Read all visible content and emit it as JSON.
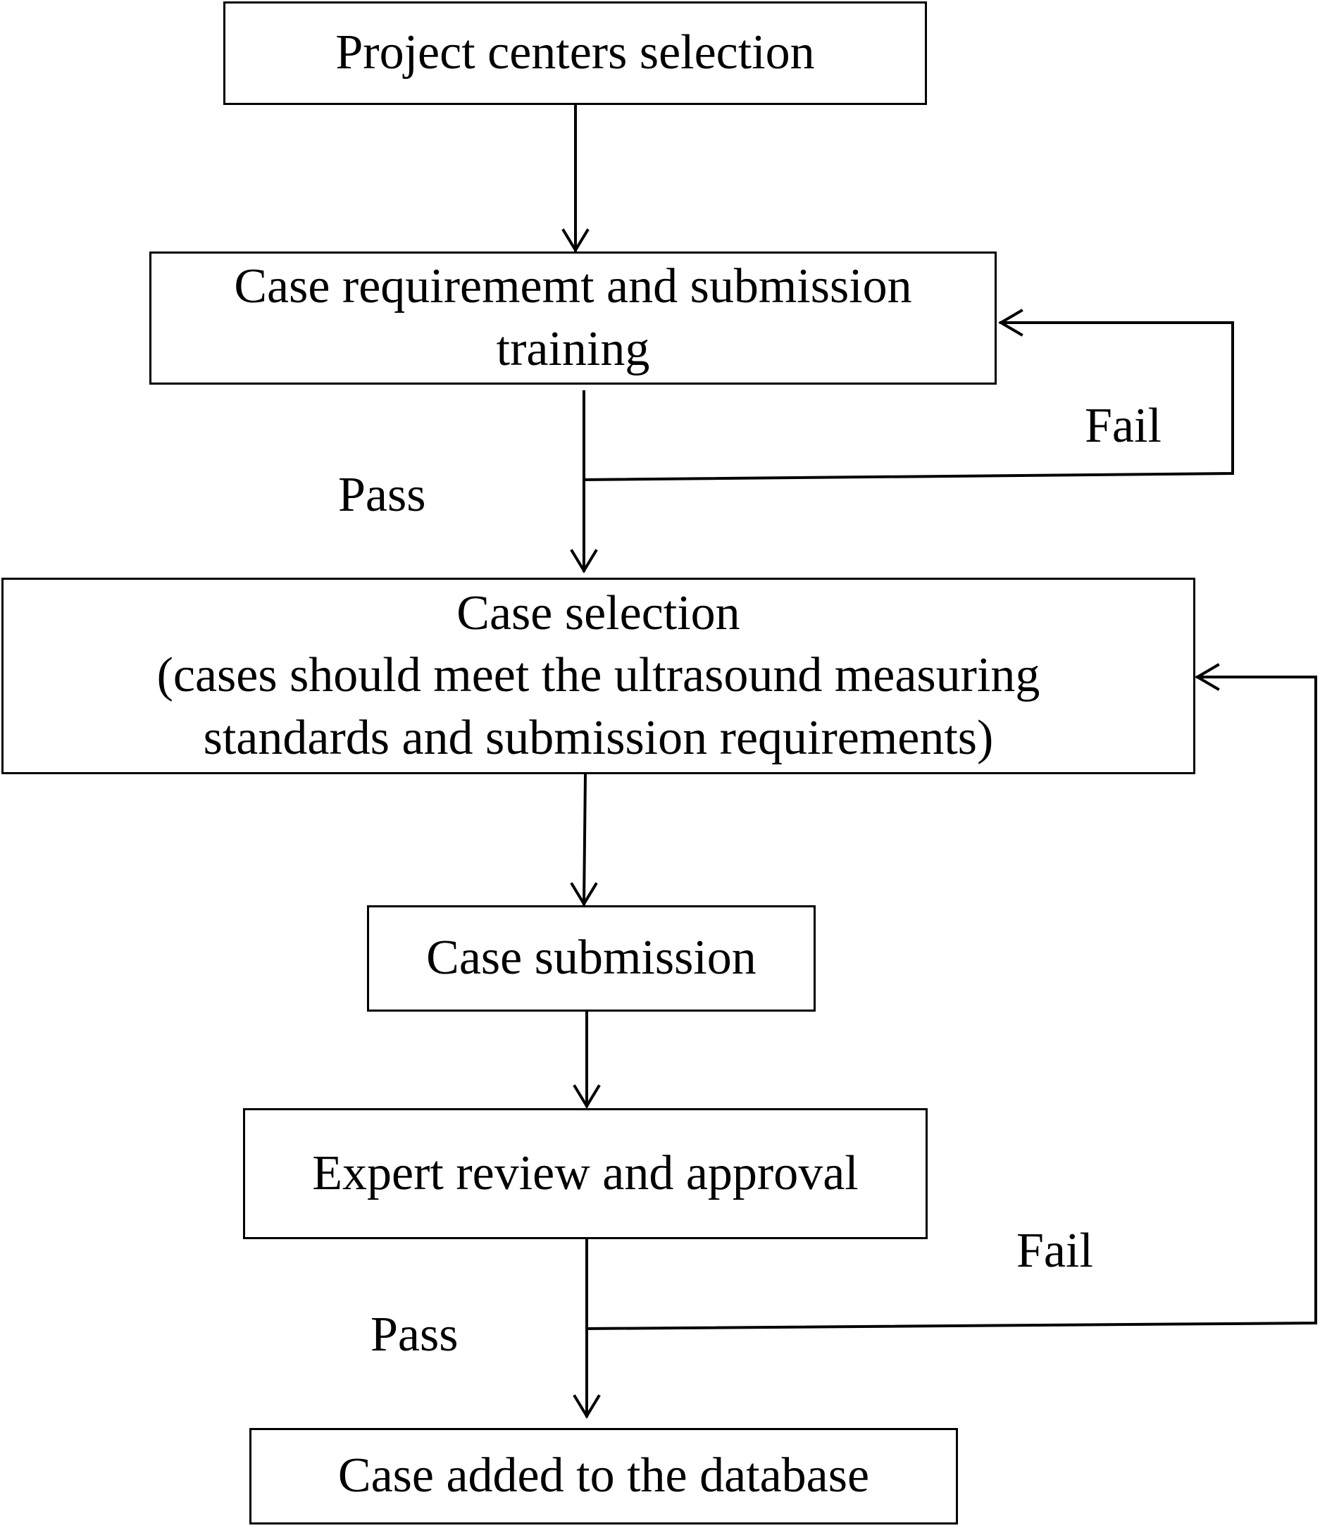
{
  "flowchart": {
    "steps": {
      "project_centers": {
        "text": "Project centers selection"
      },
      "training": {
        "line1": "Case requirememt and submission",
        "line2": "training"
      },
      "case_selection": {
        "line1": "Case selection",
        "line2": "(cases should meet the ultrasound measuring",
        "line3": "standards and submission requirements)"
      },
      "case_submission": {
        "text": "Case submission"
      },
      "expert_review": {
        "text": "Expert review and approval"
      },
      "database": {
        "text": "Case added to the database"
      }
    },
    "labels": {
      "training_pass": "Pass",
      "training_fail": "Fail",
      "review_pass": "Pass",
      "review_fail": "Fail"
    },
    "colors": {
      "stroke": "#000000",
      "background": "#ffffff"
    }
  }
}
